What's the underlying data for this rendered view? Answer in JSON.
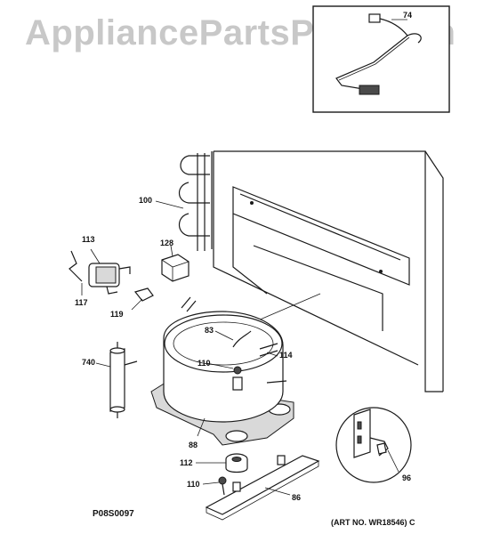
{
  "watermark": "AppliancePartsPros.com",
  "diagram_code": "P08S0097",
  "art_number": "(ART NO. WR18546) C",
  "callouts": {
    "c74": "74",
    "c100": "100",
    "c113": "113",
    "c128": "128",
    "c117": "117",
    "c119": "119",
    "c83": "83",
    "c114": "114",
    "c740": "740",
    "c110a": "110",
    "c88": "88",
    "c112": "112",
    "c110b": "110",
    "c86": "86",
    "c96": "96"
  }
}
